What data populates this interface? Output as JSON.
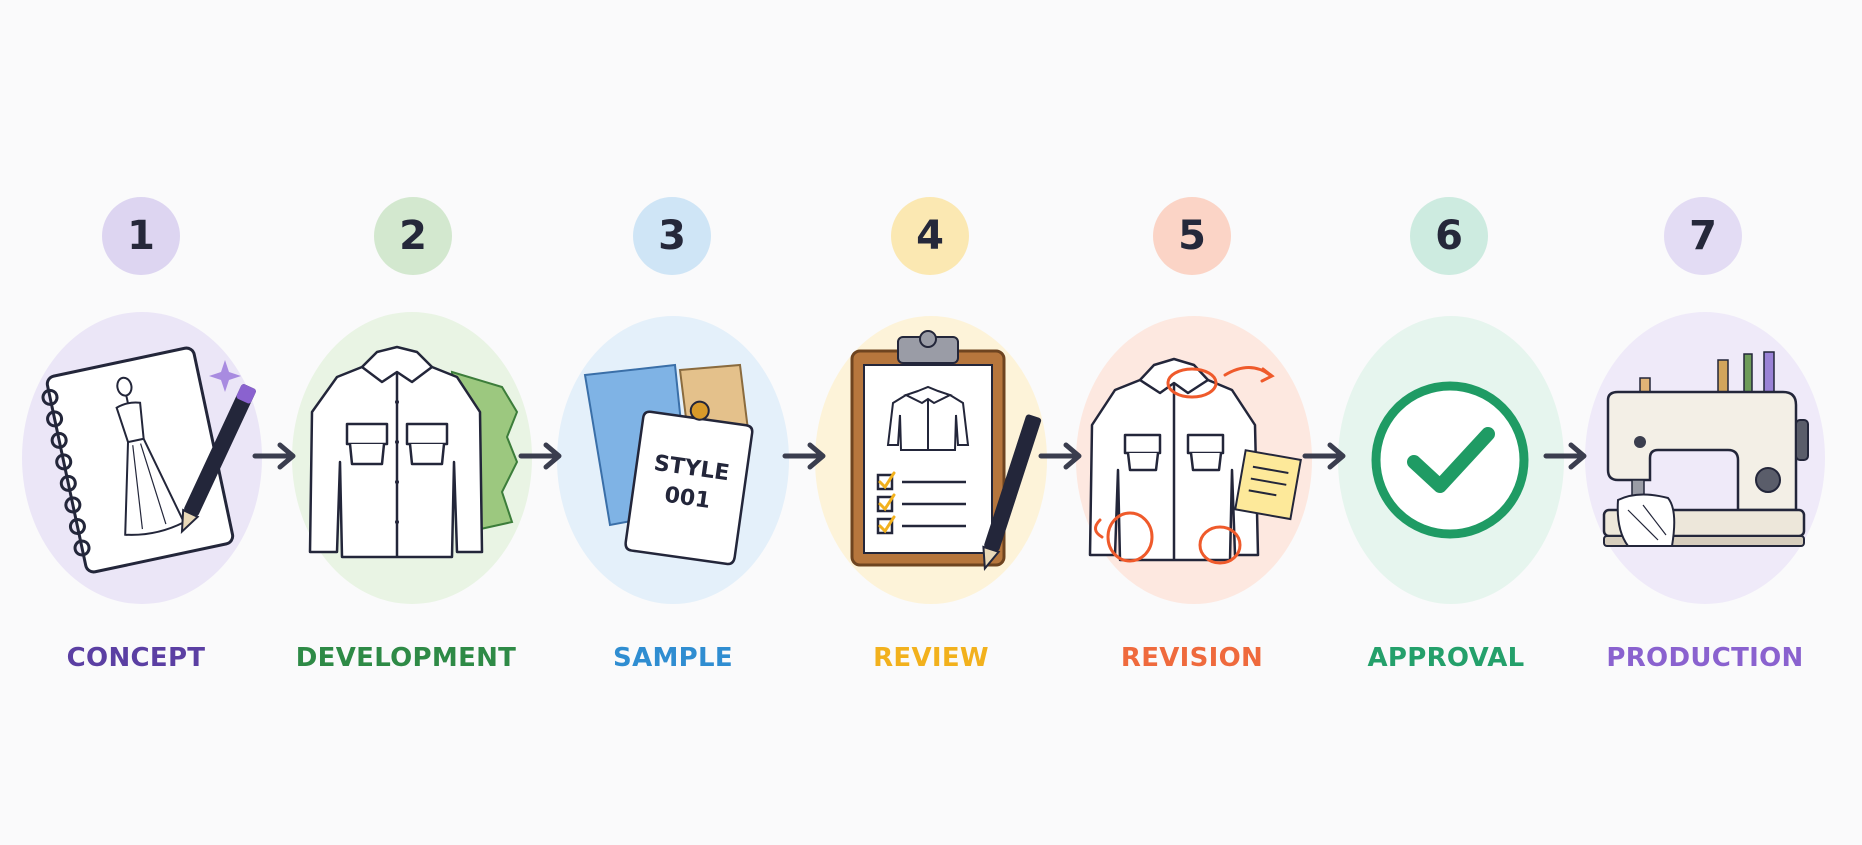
{
  "steps": [
    {
      "number": "1",
      "label": "CONCEPT",
      "color": "#5b3fa3",
      "badge": "#ddd5f1",
      "blob": "#ebe6f7",
      "icon": "sketchbook-dress-icon"
    },
    {
      "number": "2",
      "label": "DEVELOPMENT",
      "color": "#2e8a46",
      "badge": "#d3e8cf",
      "blob": "#e9f4e4",
      "icon": "shirt-fabric-icon"
    },
    {
      "number": "3",
      "label": "SAMPLE",
      "color": "#2f8dd1",
      "badge": "#cfe5f6",
      "blob": "#e4f0fa",
      "icon": "swatch-tag-icon"
    },
    {
      "number": "4",
      "label": "REVIEW",
      "color": "#f2b11d",
      "badge": "#fbe8b2",
      "blob": "#fdf3d9",
      "icon": "clipboard-checklist-icon"
    },
    {
      "number": "5",
      "label": "REVISION",
      "color": "#ef6a3d",
      "badge": "#fbd4c6",
      "blob": "#fde8e0",
      "icon": "shirt-markup-icon"
    },
    {
      "number": "6",
      "label": "APPROVAL",
      "color": "#24a06b",
      "badge": "#cdebe0",
      "blob": "#e6f5ee",
      "icon": "check-circle-icon"
    },
    {
      "number": "7",
      "label": "PRODUCTION",
      "color": "#8a62cf",
      "badge": "#e3dcf4",
      "blob": "#efeaf9",
      "icon": "sewing-machine-icon"
    }
  ],
  "tag": {
    "line1": "STYLE",
    "line2": "001"
  }
}
